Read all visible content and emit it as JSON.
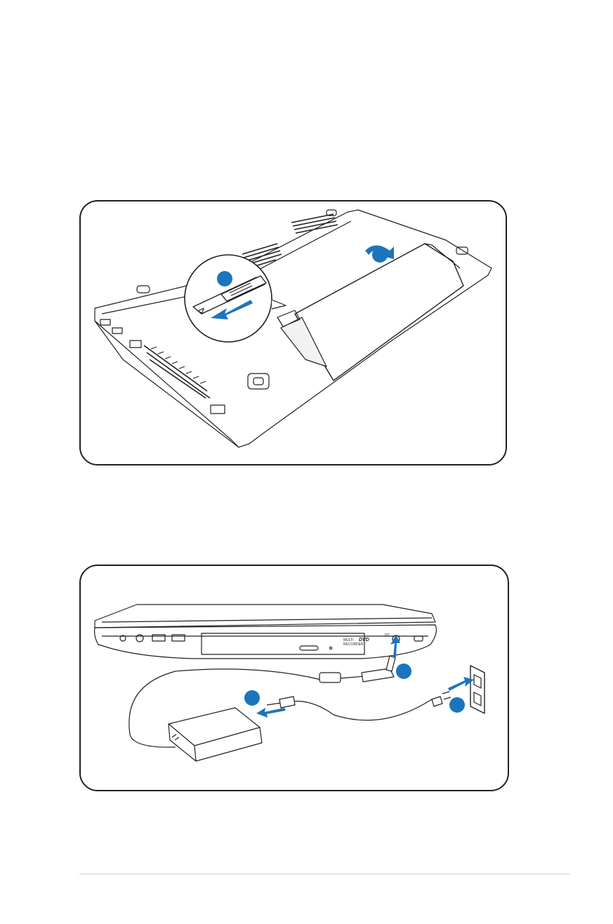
{
  "figures": [
    {
      "id": "battery-removal",
      "steps": [
        {
          "color": "#1c75bc"
        },
        {
          "color": "#1c75bc"
        }
      ]
    },
    {
      "id": "ac-power-connection",
      "steps": [
        {
          "color": "#1c75bc"
        },
        {
          "color": "#1c75bc"
        },
        {
          "color": "#1c75bc"
        }
      ],
      "drive_labels": {
        "top": "MULTI",
        "bottom": "RECORDER",
        "logo": "DVD"
      },
      "dc_label": "DC"
    }
  ],
  "colors": {
    "accent": "#1c75bc",
    "line": "#231f20",
    "rule": "#e6e6e6"
  }
}
